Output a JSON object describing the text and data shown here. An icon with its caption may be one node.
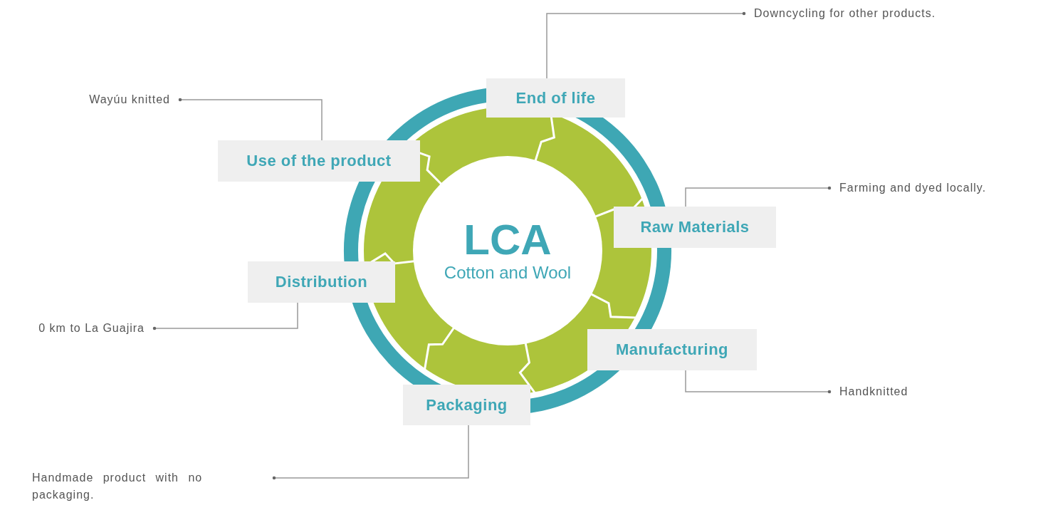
{
  "diagram": {
    "nodes": [
      {
        "text": [
          "LCA",
          "Cotton and Wool"
        ]
      },
      {
        "text": [
          "End of life"
        ]
      },
      {
        "text": [
          "Use of the product"
        ]
      },
      {
        "text": [
          "Raw Materials"
        ]
      },
      {
        "text": [
          "Distribution"
        ]
      },
      {
        "text": [
          "Manufacturing"
        ]
      },
      {
        "text": [
          "Packaging"
        ]
      },
      {
        "text": [
          "Downcycling for other products."
        ]
      },
      {
        "text": [
          "Wayúu knitted"
        ]
      },
      {
        "text": [
          "Farming and dyed locally."
        ]
      },
      {
        "text": [
          "0 km to La Guajira"
        ]
      },
      {
        "text": [
          "Handknitted"
        ]
      },
      {
        "text": [
          "Handmade product with no packaging."
        ]
      }
    ],
    "edges": [
      {
        "from": 1,
        "to": 7,
        "arrow": "other"
      },
      {
        "from": 2,
        "to": 8,
        "arrow": "other"
      },
      {
        "from": 3,
        "to": 9,
        "arrow": "other"
      },
      {
        "from": 4,
        "to": 10,
        "arrow": "other"
      },
      {
        "from": 5,
        "to": 11,
        "arrow": "other"
      },
      {
        "from": 6,
        "to": 12,
        "arrow": "other"
      }
    ]
  }
}
